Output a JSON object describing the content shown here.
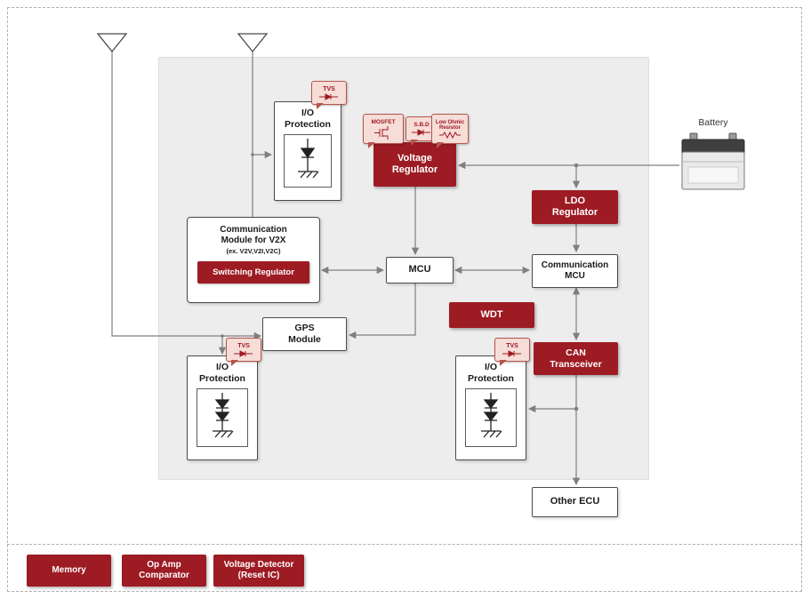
{
  "diagram": {
    "battery": {
      "label": "Battery"
    },
    "blocks": {
      "io_top": {
        "label": "I/O\nProtection"
      },
      "voltage_regulator": {
        "label": "Voltage\nRegulator"
      },
      "ldo_regulator": {
        "label": "LDO\nRegulator"
      },
      "comm_module": {
        "title": "Communication\nModule for V2X",
        "subtitle": "(ex. V2V,V2I,V2C)",
        "switching_regulator": "Switching Regulator"
      },
      "mcu": {
        "label": "MCU"
      },
      "comm_mcu": {
        "label": "Communication\nMCU"
      },
      "wdt": {
        "label": "WDT"
      },
      "gps": {
        "label": "GPS\nModule"
      },
      "io_left": {
        "label": "I/O\nProtection"
      },
      "io_mid": {
        "label": "I/O\nProtection"
      },
      "can_transceiver": {
        "label": "CAN\nTransceiver"
      },
      "other_ecu": {
        "label": "Other ECU"
      }
    },
    "callouts": {
      "tvs": "TVS",
      "mosfet": "MOSFET",
      "sbd": "S.B.D",
      "low_ohmic": "Low Ohmic\nResistor"
    },
    "legend": [
      {
        "label": "Memory"
      },
      {
        "label": "Op Amp\nComparator"
      },
      {
        "label": "Voltage Detector\n(Reset IC)"
      }
    ],
    "colors": {
      "accent": "#9d1b23",
      "callout_bg": "#f7ddd8",
      "panel_bg": "#ededed"
    }
  }
}
